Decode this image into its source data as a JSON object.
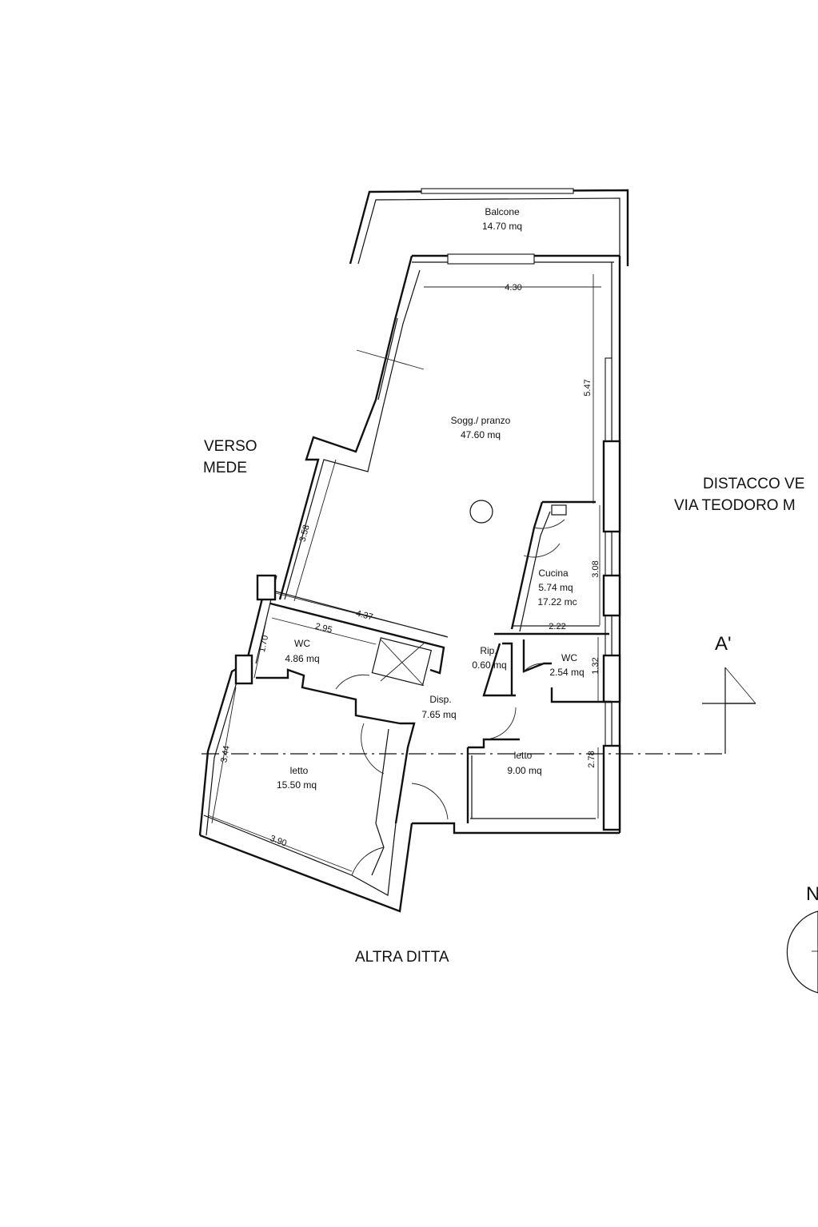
{
  "rooms": {
    "balcone": {
      "name": "Balcone",
      "area": "14.70 mq"
    },
    "soggiorno": {
      "name": "Sogg./ pranzo",
      "area": "47.60 mq"
    },
    "cucina": {
      "name": "Cucina",
      "area": "5.74 mq",
      "volume": "17.22 mc"
    },
    "wc1": {
      "name": "WC",
      "area": "4.86 mq"
    },
    "rip": {
      "name": "Rip.",
      "area": "0.60 mq"
    },
    "wc2": {
      "name": "WC",
      "area": "2.54 mq"
    },
    "disp": {
      "name": "Disp.",
      "area": "7.65 mq"
    },
    "letto1": {
      "name": "letto",
      "area": "15.50 mq"
    },
    "letto2": {
      "name": "letto",
      "area": "9.00 mq"
    }
  },
  "dimensions": {
    "d430": "4.30",
    "d547": "5.47",
    "d358": "3.58",
    "d437": "4.37",
    "d308": "3.08",
    "d222": "2.22",
    "d295": "2.95",
    "d170": "1.70",
    "d132": "1.32",
    "d344": "3.44",
    "d278": "2.78",
    "d390": "3.90"
  },
  "surroundings": {
    "verso_line1": "VERSO",
    "verso_line2": "MEDE",
    "distacco_line1": "DISTACCO VE",
    "distacco_line2": "VIA TEODORO  M",
    "altra_ditta": "ALTRA DITTA",
    "section_mark": "A'",
    "north": "N"
  }
}
